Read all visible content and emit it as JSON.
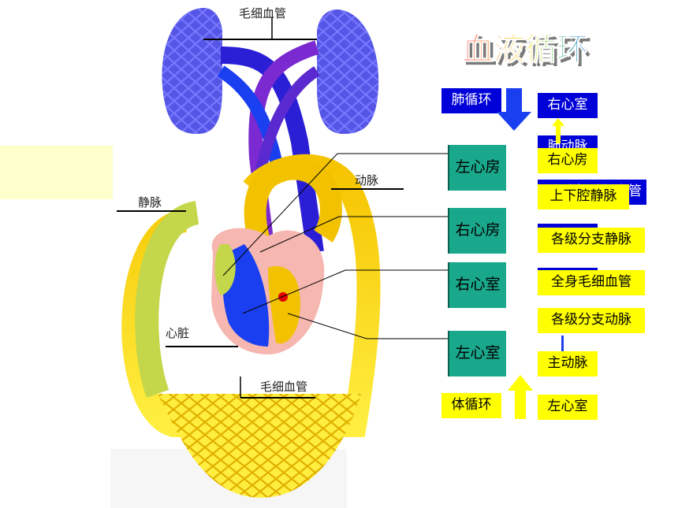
{
  "title": "血液循环",
  "diagram_labels": {
    "capillary_top": "毛细血管",
    "artery": "动脉",
    "vein": "静脉",
    "heart": "心脏",
    "capillary_bottom": "毛细血管"
  },
  "chambers": {
    "left_atrium": "左心房",
    "right_atrium": "右心房",
    "right_ventricle": "右心室",
    "left_ventricle": "左心室"
  },
  "pulmonary": {
    "label": "肺循环",
    "start": "右心室",
    "hidden_1": "肺动脉",
    "hidden_2": "肺部毛细血管"
  },
  "systemic": {
    "label": "体循环",
    "steps": [
      "右心房",
      "上下腔静脉",
      "各级分支静脉",
      "全身毛细血管",
      "各级分支动脉",
      "主动脉",
      "左心室"
    ]
  },
  "colors": {
    "blue": "#0000d8",
    "yellow": "#ffff00",
    "green": "#1aa88c",
    "vein_blue": "#1a3ff0",
    "artery_yellow": "#f2c200"
  }
}
